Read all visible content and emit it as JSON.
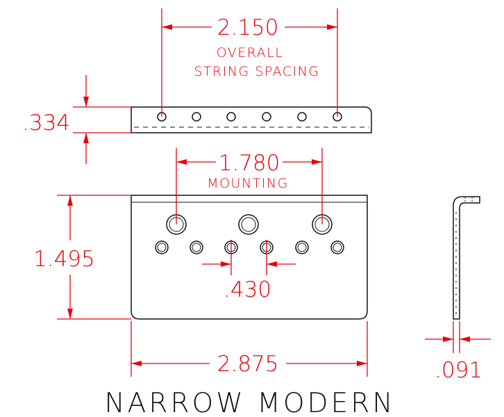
{
  "drawing": {
    "title": "NARROW MODERN",
    "colors": {
      "dimension": "#e8000b",
      "outline": "#111111",
      "background": "#ffffff"
    },
    "dimensions": {
      "overall_spacing": {
        "value": "2.150",
        "label_line1": "OVERALL",
        "label_line2": "STRING SPACING"
      },
      "thickness": {
        "value": ".334"
      },
      "mounting": {
        "value": "1.780",
        "label": "MOUNTING"
      },
      "height": {
        "value": "1.495"
      },
      "hole_spacing": {
        "value": ".430"
      },
      "width": {
        "value": "2.875"
      },
      "plate_thickness": {
        "value": ".091"
      }
    }
  }
}
